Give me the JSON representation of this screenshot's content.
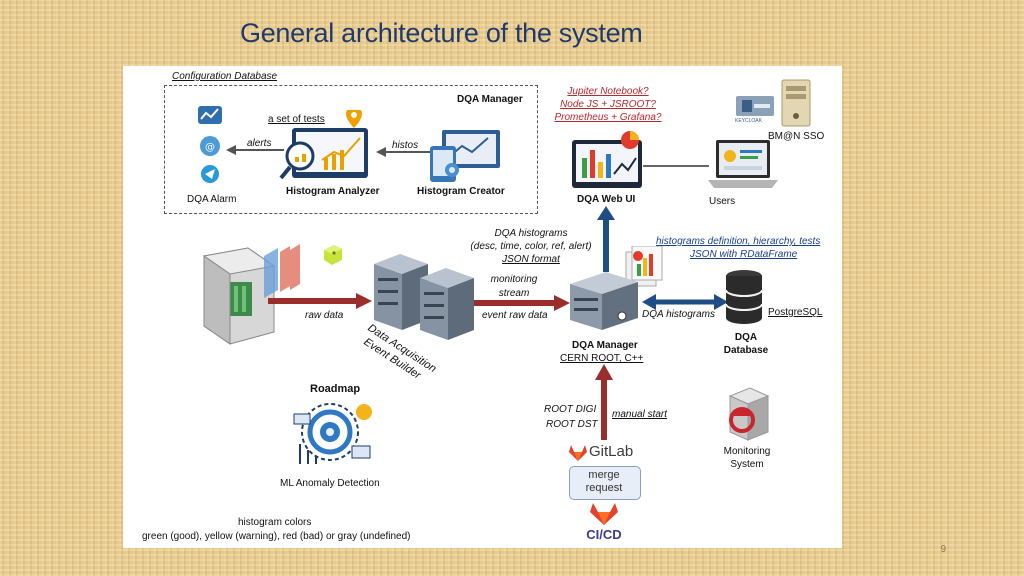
{
  "title": "General architecture of the system",
  "page_number": "9",
  "config_db": {
    "label": "Configuration Database",
    "dqa_manager_label": "DQA Manager",
    "tests_label": "a set of tests",
    "alerts_label": "alerts",
    "histos_label": "histos",
    "analyzer_label": "Histogram Analyzer",
    "creator_label": "Histogram Creator",
    "alarm_label": "DQA Alarm"
  },
  "web": {
    "options": [
      "Jupiter Notebook?",
      "Node JS + JSROOT?",
      "Prometheus + Grafana?"
    ],
    "web_ui_label": "DQA Web UI",
    "users_label": "Users",
    "sso_label": "BM@N SSO",
    "keycloak_label": "KEYCLOAK"
  },
  "flow": {
    "histograms_title": "DQA histograms",
    "histograms_desc": "(desc, time, color, ref, alert)",
    "json_format": "JSON format",
    "def_line1": "histograms definition, hierarchy, tests",
    "def_line2": "JSON with RDataFrame",
    "monitoring_stream1": "monitoring",
    "monitoring_stream2": "stream",
    "event_raw": "event raw data",
    "raw_data": "raw data",
    "daq_label1": "Data Acquisition",
    "daq_label2": "Event Builder",
    "dqa_hist_arrow": "DQA histograms",
    "postgres": "PostgreSQL",
    "dqa_db1": "DQA",
    "dqa_db2": "Database",
    "manager1": "DQA Manager",
    "manager2": "CERN ROOT, C++",
    "root_digi": "ROOT DIGI",
    "root_dst": "ROOT DST",
    "manual_start": "manual start",
    "gitlab": "GitLab",
    "merge1": "merge",
    "merge2": "request",
    "cicd": "CI/CD",
    "monitoring1": "Monitoring",
    "monitoring2": "System"
  },
  "roadmap": {
    "title": "Roadmap",
    "ml_label": "ML Anomaly Detection"
  },
  "legend": {
    "line1": "histogram colors",
    "line2": "green (good), yellow (warning), red (bad) or gray (undefined)"
  },
  "colors": {
    "arrow_red": "#9b2d2a",
    "arrow_blue": "#1f4e86",
    "arrow_gray": "#555555",
    "title": "#1f3a6b"
  }
}
